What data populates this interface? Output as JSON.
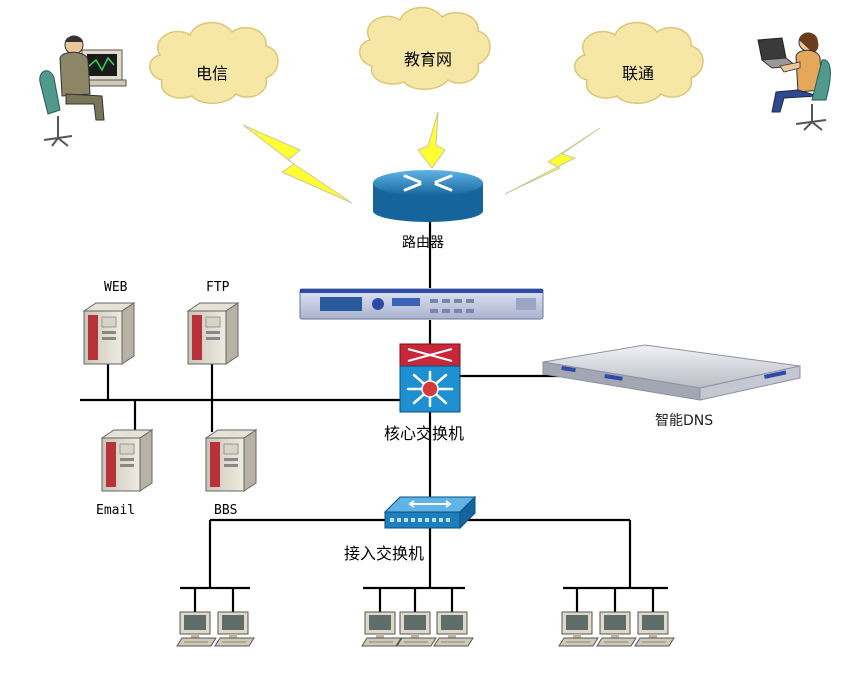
{
  "isps": [
    {
      "id": "telecom",
      "label": "电信"
    },
    {
      "id": "edunet",
      "label": "教育网"
    },
    {
      "id": "unicom",
      "label": "联通"
    }
  ],
  "devices": {
    "router": "路由器",
    "core_switch": "核心交换机",
    "smart_dns": "智能DNS",
    "access_switch": "接入交换机"
  },
  "servers": {
    "web": "WEB",
    "ftp": "FTP",
    "email": "Email",
    "bbs": "BBS"
  },
  "colors": {
    "cloud": "#f6e7a6",
    "cloud_stroke": "#dac878",
    "bolt": "#ffff33",
    "router": "#1e7fbf",
    "line": "#000000"
  }
}
